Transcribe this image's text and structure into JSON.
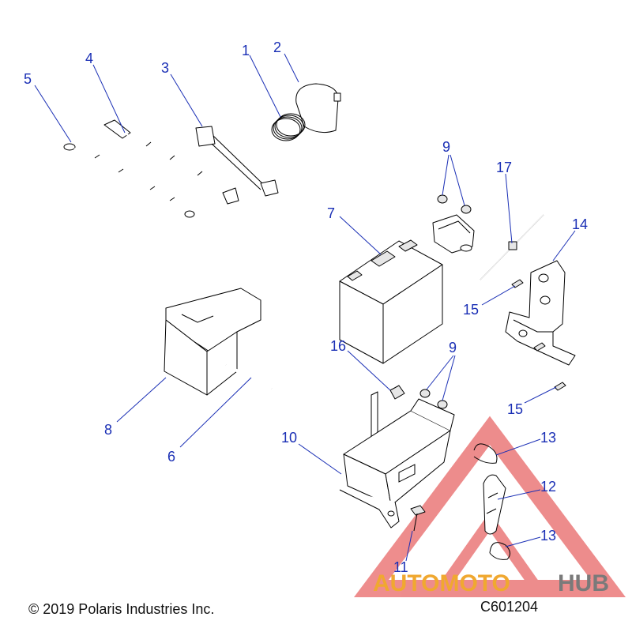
{
  "callouts": [
    "1",
    "2",
    "3",
    "4",
    "5",
    "6",
    "7",
    "8",
    "9",
    "9",
    "10",
    "11",
    "12",
    "13",
    "13",
    "14",
    "15",
    "15",
    "16",
    "17"
  ],
  "copyright": "© 2019 Polaris Industries Inc.",
  "diagram_code": "C601204",
  "watermark": {
    "part1": "AUTOMOTO",
    "part2": "HUB",
    "color_primary": "#f0a830",
    "color_secondary": "#7a7a7a",
    "triangle_color": "#e03030"
  },
  "colors": {
    "callout": "#1a2fb5"
  }
}
